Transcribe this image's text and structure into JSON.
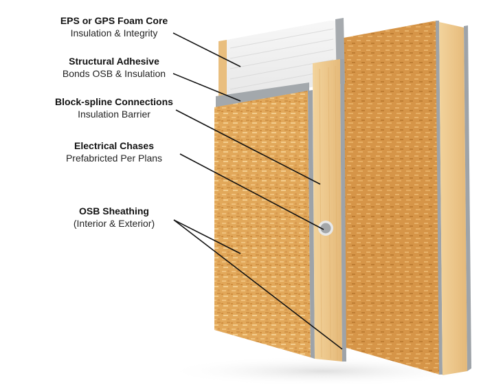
{
  "diagram": {
    "subject": "Structural Insulated Panel (SIP) cross-section",
    "labels": [
      {
        "id": "foam-core",
        "title": "EPS or GPS Foam Core",
        "subtitle": "Insulation & Integrity"
      },
      {
        "id": "adhesive",
        "title": "Structural Adhesive",
        "subtitle": "Bonds OSB & Insulation"
      },
      {
        "id": "block-spline",
        "title": "Block-spline Connections",
        "subtitle": "Insulation Barrier"
      },
      {
        "id": "electrical",
        "title": "Electrical Chases",
        "subtitle": "Prefabricted Per Plans"
      },
      {
        "id": "osb",
        "title": "OSB Sheathing",
        "subtitle": "(Interior & Exterior)"
      }
    ],
    "colors": {
      "osb": "#E2A85A",
      "osb_dark": "#C98A3C",
      "wood_spline": "#EDC98E",
      "foam": "#ECECEC",
      "adhesive": "#9EA3A8",
      "chase": "#A3A6A9",
      "leader_line": "#111111"
    }
  }
}
